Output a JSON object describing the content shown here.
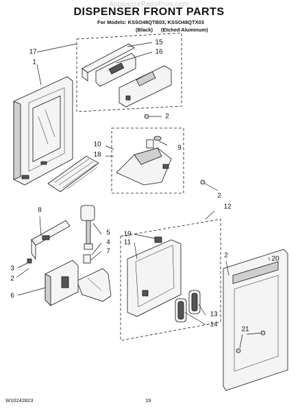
{
  "watermark": "AppliancePartsPros.com",
  "title": "DISPENSER FRONT PARTS",
  "models_line": "For Models: KSSO48QTB03, KSSO48QTX03",
  "finish_black": "(Black)",
  "finish_aluminum": "(Etched Aluminum)",
  "doc_number": "W10242823",
  "page_number": "19",
  "callouts": {
    "c1": "1",
    "c2a": "2",
    "c2b": "2",
    "c2c": "2",
    "c2d": "2",
    "c3": "3",
    "c4": "4",
    "c5": "5",
    "c6": "6",
    "c7": "7",
    "c8": "8",
    "c9": "9",
    "c10": "10",
    "c11": "11",
    "c12": "12",
    "c13": "13",
    "c14": "14",
    "c15": "15",
    "c16": "16",
    "c17": "17",
    "c18": "18",
    "c19": "19",
    "c20": "20",
    "c21": "21"
  }
}
